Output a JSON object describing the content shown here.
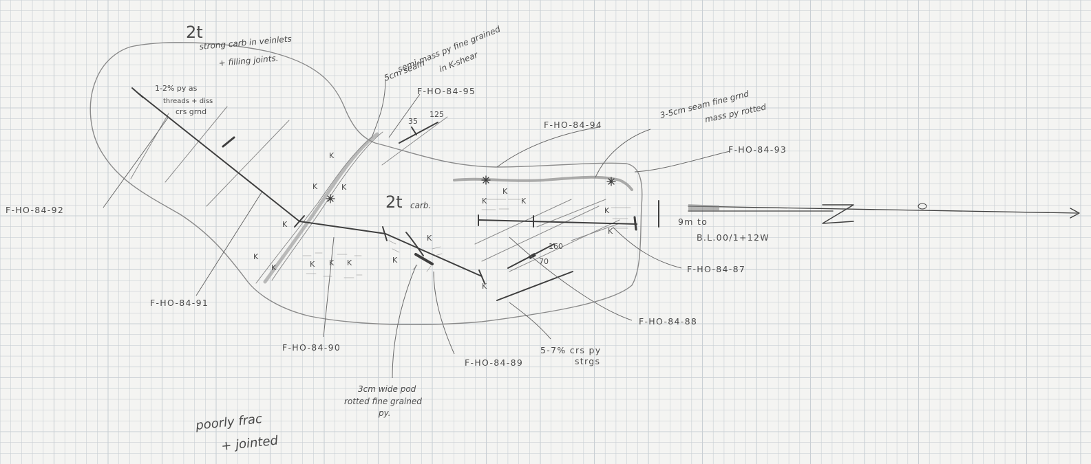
{
  "unit_label": "2t",
  "unit_label_center": "2t",
  "unit_label_center_sub": "carb.",
  "notes": {
    "top_carb_line1": "strong carb in veinlets",
    "top_carb_line2": "+ filling joints.",
    "py_threads_line1": "1-2% py as",
    "py_threads_line2": "threads + diss",
    "py_threads_line3": "crs grnd",
    "seam_5cm_line1": "5cm seam",
    "seam_5cm_line2": "semi-mass py fine grained",
    "seam_5cm_line3": "in K-shear",
    "seam_35cm_line1": "3-5cm seam fine grnd",
    "seam_35cm_line2": "mass py rotted",
    "pod_line1": "3cm wide pod",
    "pod_line2": "rotted fine grained",
    "pod_line3": "py.",
    "crs_py_line1": "5-7% crs py",
    "crs_py_line2": "strgs",
    "distance_line1": "9m to",
    "distance_line2": "B.L.00/1+12W",
    "bottom_line1": "poorly frac",
    "bottom_line2": "+ jointed"
  },
  "structural": {
    "strike": "125",
    "dip": "35",
    "strike2": "160",
    "dip2": "70"
  },
  "samples": {
    "s87": "F-HO-84-87",
    "s88": "F-HO-84-88",
    "s89": "F-HO-84-89",
    "s90": "F-HO-84-90",
    "s91": "F-HO-84-91",
    "s92": "F-HO-84-92",
    "s93": "F-HO-84-93",
    "s94": "F-HO-84-94",
    "s95": "F-HO-84-95"
  },
  "k_mark": "K",
  "colors": {
    "paper": "#f4f4f2",
    "grid": "#c9cfd4",
    "pencil": "#3e3e3e"
  }
}
